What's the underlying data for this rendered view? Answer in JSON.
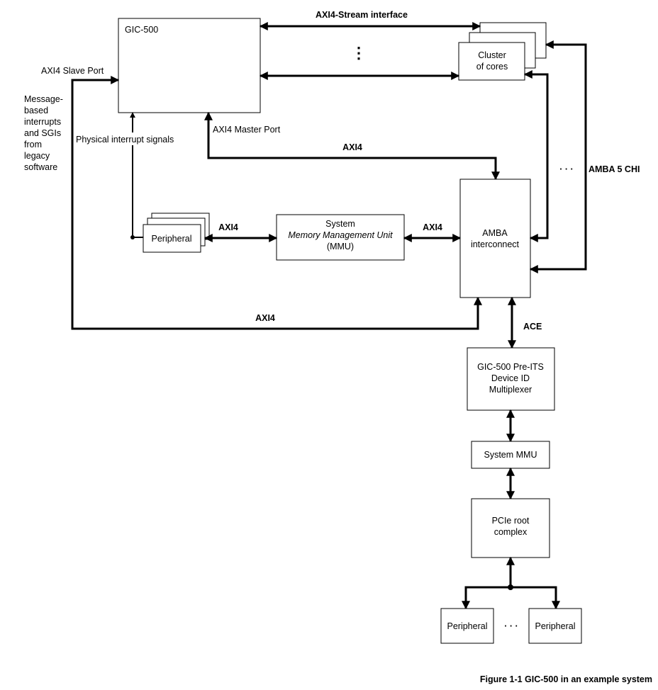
{
  "blocks": {
    "gic500": "GIC-500",
    "cluster_line1": "Cluster",
    "cluster_line2": "of cores",
    "peripheral_stack": "Peripheral",
    "smmu_line1": "System",
    "smmu_line2": "Memory Management Unit",
    "smmu_line3": "(MMU)",
    "amba_line1": "AMBA",
    "amba_line2": "interconnect",
    "preits_line1": "GIC-500 Pre-ITS",
    "preits_line2": "Device ID",
    "preits_line3": "Multiplexer",
    "system_mmu": "System MMU",
    "pcie_line1": "PCIe root",
    "pcie_line2": "complex",
    "peripheral_left": "Peripheral",
    "peripheral_right": "Peripheral"
  },
  "labels": {
    "axi4_stream": "AXI4-Stream interface",
    "axi4_slave_port": "AXI4 Slave Port",
    "axi4_master_port": "AXI4 Master Port",
    "physical_interrupt": "Physical interrupt signals",
    "msg_line1": "Message-",
    "msg_line2": "based",
    "msg_line3": "interrupts",
    "msg_line4": "and SGIs",
    "msg_line5": "from",
    "msg_line6": "legacy",
    "msg_line7": "software",
    "axi4_top": "AXI4",
    "axi4_periph": "AXI4",
    "axi4_mmu": "AXI4",
    "axi4_bottom": "AXI4",
    "amba5chi": "AMBA 5 CHI",
    "ace": "ACE",
    "ellipsis_vertical": "⋮",
    "ellipsis_chi": "· · ·",
    "ellipsis_periph": "· · ·"
  },
  "caption": "Figure 1-1 GIC-500 in an example system"
}
